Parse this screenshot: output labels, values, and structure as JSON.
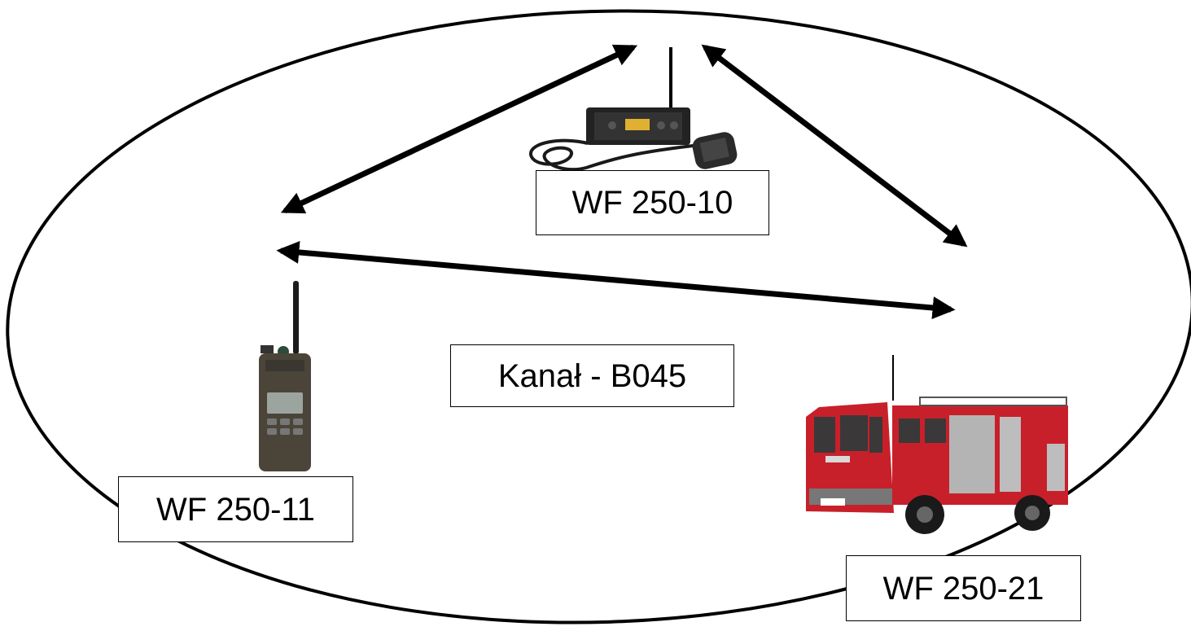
{
  "diagram": {
    "channel_label": "Kanał - B045",
    "nodes": {
      "mobile_radio": {
        "label": "WF 250-10",
        "icon": "mobile-radio-icon"
      },
      "handheld_radio": {
        "label": "WF 250-11",
        "icon": "handheld-radio-icon"
      },
      "fire_truck": {
        "label": "WF 250-21",
        "icon": "fire-truck-icon"
      }
    },
    "links": [
      {
        "from": "mobile_radio",
        "to": "handheld_radio",
        "direction": "bidirectional"
      },
      {
        "from": "mobile_radio",
        "to": "fire_truck",
        "direction": "bidirectional"
      },
      {
        "from": "handheld_radio",
        "to": "fire_truck",
        "direction": "bidirectional"
      }
    ],
    "colors": {
      "line": "#000000",
      "truck_red": "#c8202a",
      "device_dark": "#2a2a2a",
      "display_amber": "#e0b030"
    }
  }
}
